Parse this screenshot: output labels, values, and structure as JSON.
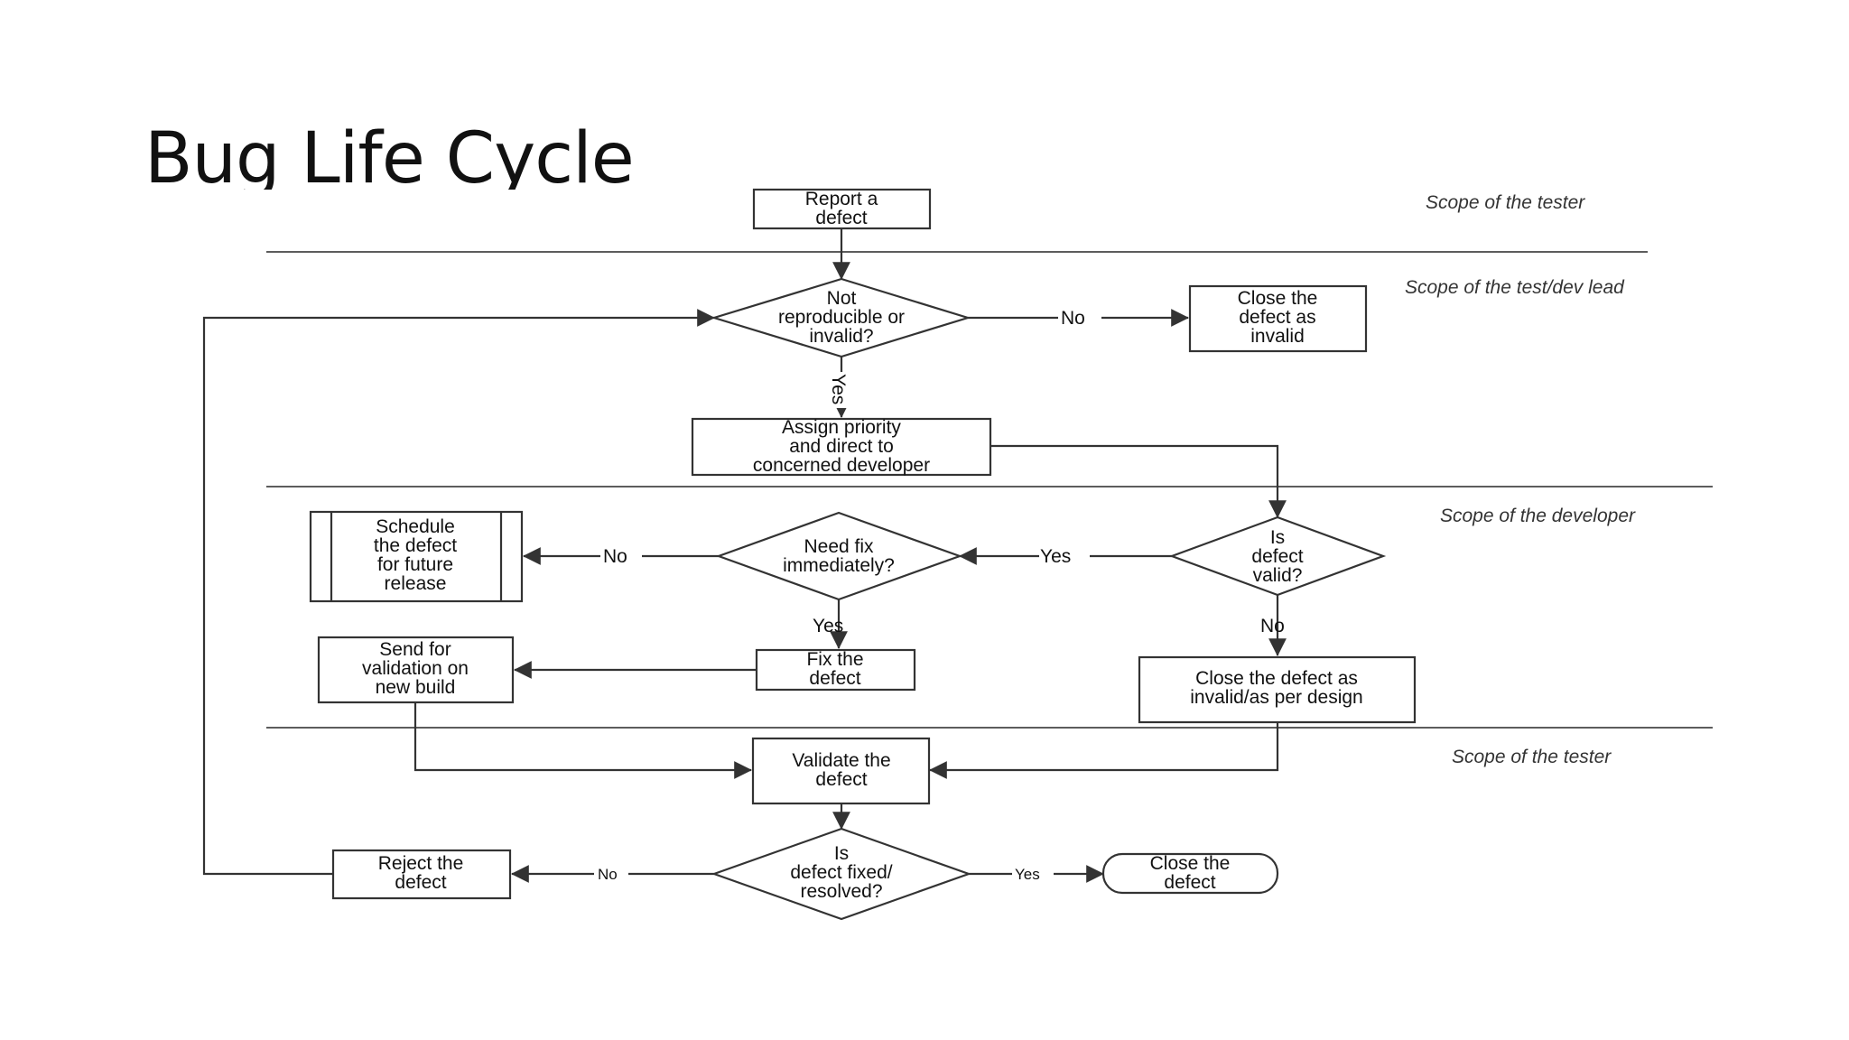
{
  "title": "Bug Life Cycle",
  "scopes": {
    "tester_top": "Scope of the tester",
    "lead": "Scope of the test/dev lead",
    "developer": "Scope of the developer",
    "tester_bottom": "Scope of the tester"
  },
  "nodes": {
    "report": [
      "Report a",
      "defect"
    ],
    "not_reproducible": [
      "Not",
      "reproducible or",
      "invalid?"
    ],
    "close_invalid": [
      "Close the",
      "defect as",
      "invalid"
    ],
    "assign": [
      "Assign priority",
      "and direct to",
      "concerned developer"
    ],
    "is_valid": [
      "Is",
      "defect",
      "valid?"
    ],
    "need_fix": [
      "Need  fix",
      "immediately?"
    ],
    "schedule": [
      "Schedule",
      "the defect",
      "for future",
      "release"
    ],
    "fix": [
      "Fix the",
      "defect"
    ],
    "send_validation": [
      "Send for",
      "validation on",
      "new build"
    ],
    "close_per_design": [
      "Close the defect as",
      "invalid/as per design"
    ],
    "validate": [
      "Validate the",
      "defect"
    ],
    "is_fixed": [
      "Is",
      "defect fixed/",
      "resolved?"
    ],
    "reject": [
      "Reject the",
      "defect"
    ],
    "close_defect": [
      "Close the",
      "defect"
    ]
  },
  "edge_labels": {
    "no": "No",
    "yes": "Yes"
  }
}
